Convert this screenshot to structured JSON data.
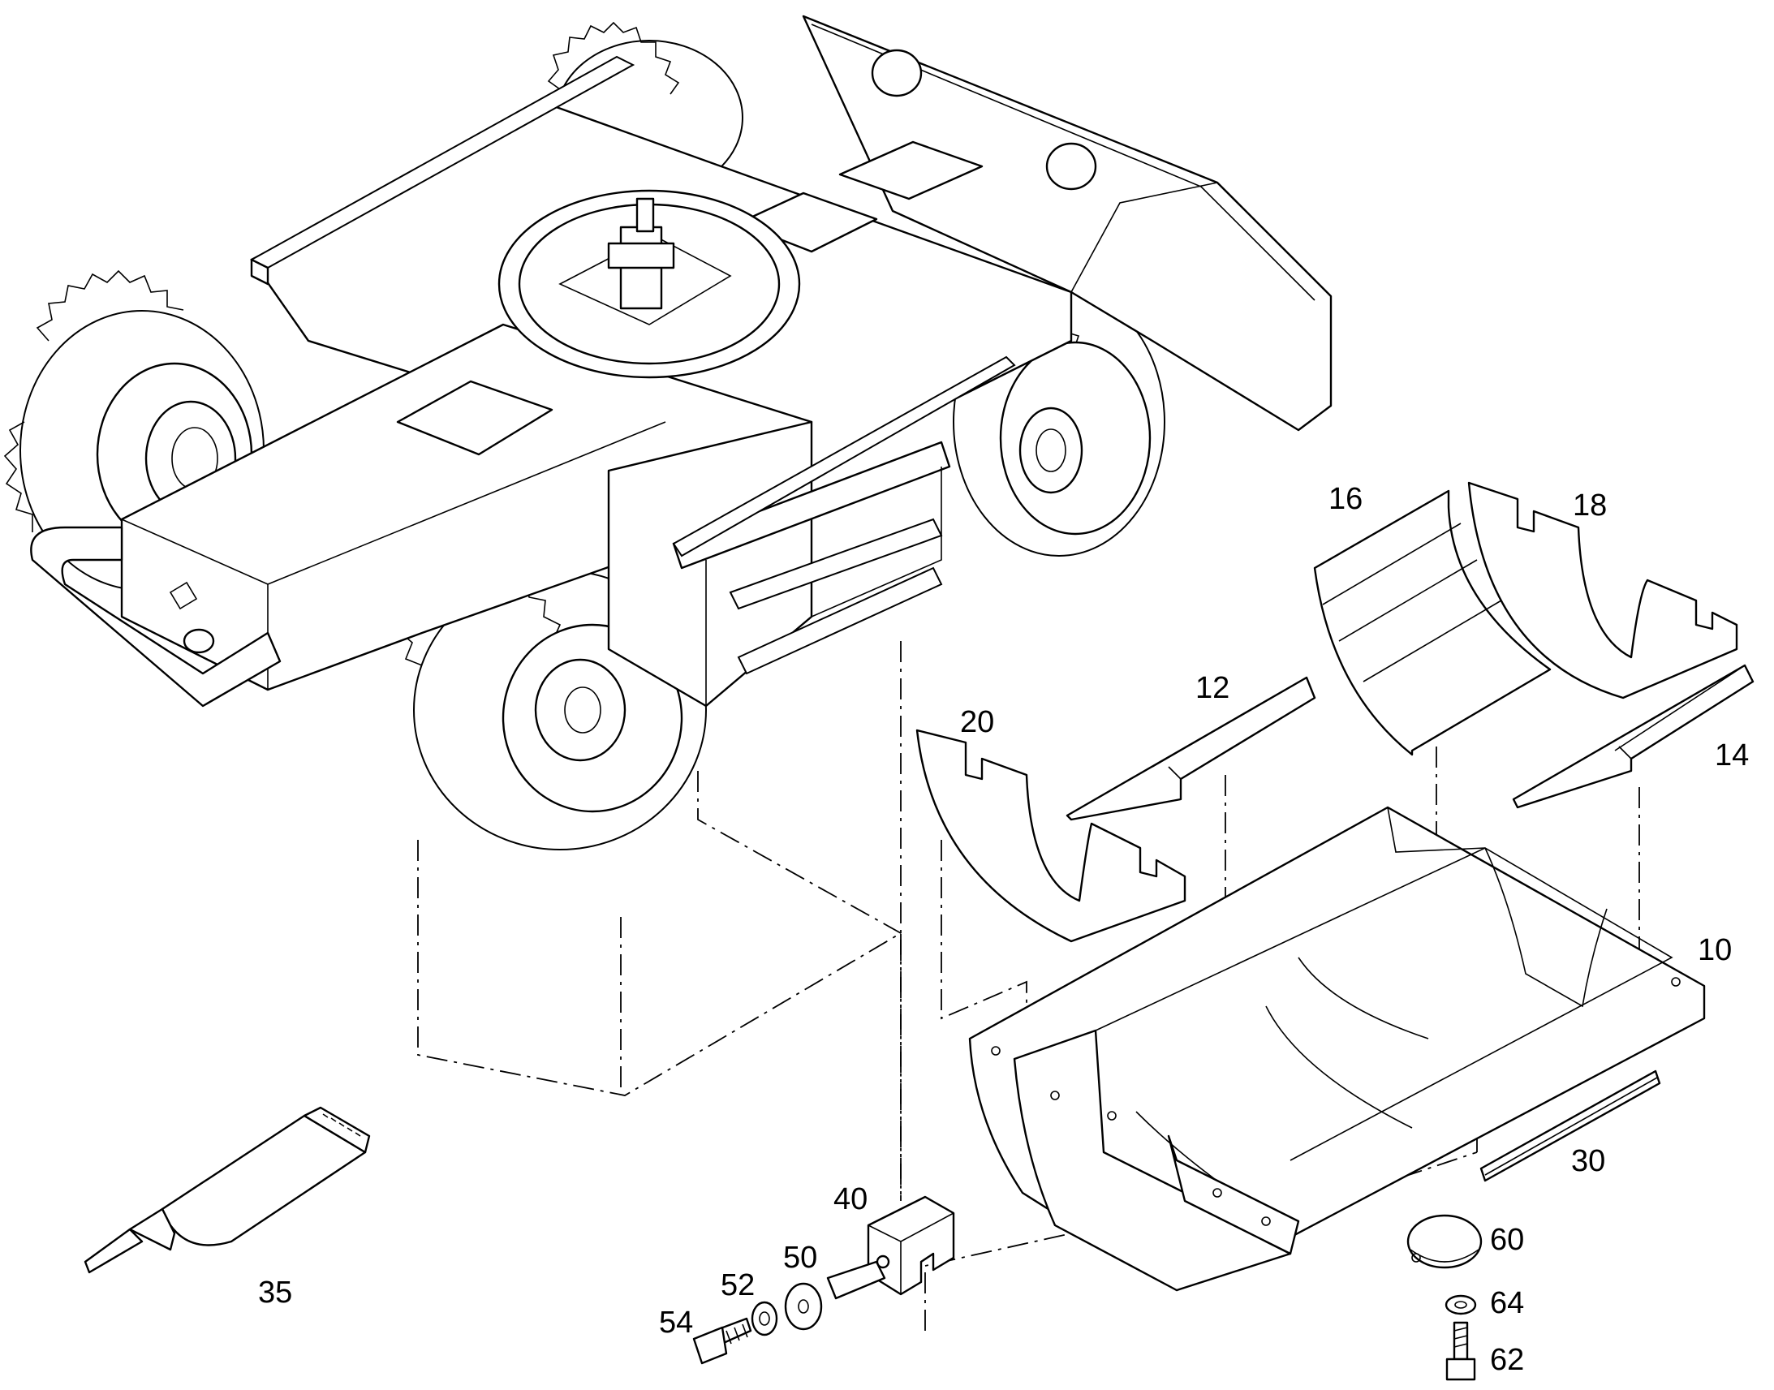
{
  "callouts": {
    "p10": "10",
    "p12": "12",
    "p14": "14",
    "p16": "16",
    "p18": "18",
    "p20": "20",
    "p30": "30",
    "p35": "35",
    "p40": "40",
    "p50": "50",
    "p52": "52",
    "p54": "54",
    "p60": "60",
    "p62": "62",
    "p64": "64"
  }
}
